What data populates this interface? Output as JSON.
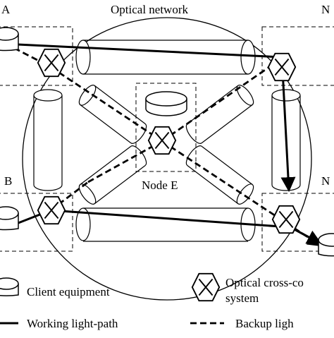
{
  "diagram": {
    "network_label": "Optical network",
    "center_node_label": "Node E",
    "corner_labels": {
      "top_left": "A",
      "bottom_left": "B",
      "top_right": "N",
      "bottom_right": "N"
    }
  },
  "legend": {
    "client_equipment": "Client equipment",
    "oxc_line1": "Optical cross-co",
    "oxc_line2": "system",
    "working_path": "Working light-path",
    "backup_path": "Backup ligh"
  },
  "icons": {
    "client": "cylinder-client-equipment-icon",
    "oxc": "hexagon-crossconnect-icon"
  }
}
